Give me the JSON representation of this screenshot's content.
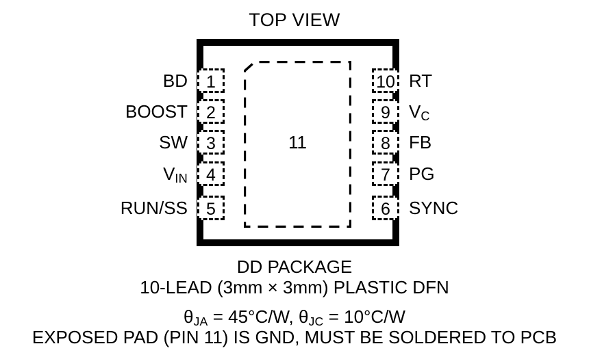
{
  "diagram": {
    "title": "TOP VIEW",
    "body": {
      "fill_color": "#ffffff",
      "outline_color": "#000000"
    },
    "exposed_pad": {
      "number": "11",
      "style": "dashed",
      "chamfer_corner": "top-left"
    },
    "pins_left": [
      {
        "number": "1",
        "label": "BD",
        "label_sub": ""
      },
      {
        "number": "2",
        "label": "BOOST",
        "label_sub": ""
      },
      {
        "number": "3",
        "label": "SW",
        "label_sub": ""
      },
      {
        "number": "4",
        "label": "V",
        "label_sub": "IN"
      },
      {
        "number": "5",
        "label": "RUN/SS",
        "label_sub": ""
      }
    ],
    "pins_right": [
      {
        "number": "10",
        "label": "RT",
        "label_sub": ""
      },
      {
        "number": "9",
        "label": "V",
        "label_sub": "C"
      },
      {
        "number": "8",
        "label": "FB",
        "label_sub": ""
      },
      {
        "number": "7",
        "label": "PG",
        "label_sub": ""
      },
      {
        "number": "6",
        "label": "SYNC",
        "label_sub": ""
      }
    ],
    "caption": {
      "line1": "DD PACKAGE",
      "line2": "10-LEAD (3mm × 3mm) PLASTIC DFN",
      "line3_theta1_symbol": "θ",
      "line3_theta1_sub": "JA",
      "line3_value1": " = 45°C/W, ",
      "line3_theta2_symbol": "θ",
      "line3_theta2_sub": "JC",
      "line3_value2": " = 10°C/W",
      "line4": "EXPOSED PAD (PIN 11) IS GND, MUST BE SOLDERED TO PCB"
    }
  }
}
